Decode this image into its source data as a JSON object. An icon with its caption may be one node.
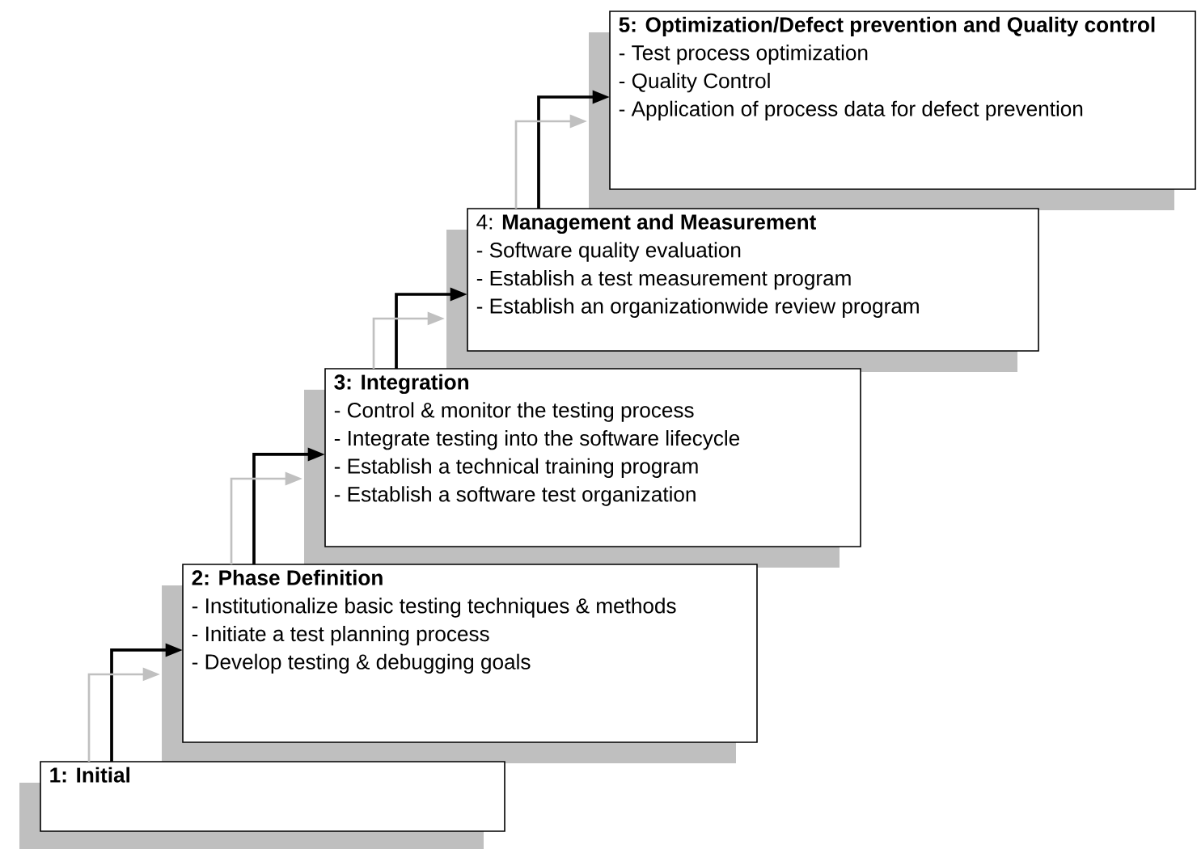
{
  "diagram": {
    "nodes": [
      {
        "text": [
          "1: Initial"
        ]
      },
      {
        "text": [
          "2: Phase Definition",
          "- Institutionalize basic testing techniques & methods",
          "- Initiate a test planning process",
          "- Develop testing & debugging goals"
        ]
      },
      {
        "text": [
          "3: Integration",
          "- Control & monitor the testing process",
          "- Integrate testing into the software lifecycle",
          "- Establish a technical training program",
          "- Establish a software test organization"
        ]
      },
      {
        "text": [
          "4: **Management and Measurement**",
          "- Software quality evaluation",
          "- Establish a test measurement program",
          "- Establish an organizationwide review program"
        ]
      },
      {
        "text": [
          "5: Optimization/Defect prevention and Quality control",
          "- Test process optimization",
          "- Quality Control",
          "- Application of process data for defect prevention"
        ]
      }
    ],
    "edges": [
      {
        "from": 0,
        "to": 1,
        "arrow": "to"
      },
      {
        "from": 0,
        "to": 1,
        "arrow": "to",
        "color": "#c0c0c0"
      },
      {
        "from": 1,
        "to": 2,
        "arrow": "to"
      },
      {
        "from": 1,
        "to": 2,
        "arrow": "to",
        "color": "#c0c0c0"
      },
      {
        "from": 2,
        "to": 3,
        "arrow": "to"
      },
      {
        "from": 2,
        "to": 3,
        "arrow": "to",
        "color": "#c0c0c0"
      },
      {
        "from": 3,
        "to": 4,
        "arrow": "to"
      },
      {
        "from": 3,
        "to": 4,
        "arrow": "to",
        "color": "#c0c0c0"
      }
    ]
  }
}
